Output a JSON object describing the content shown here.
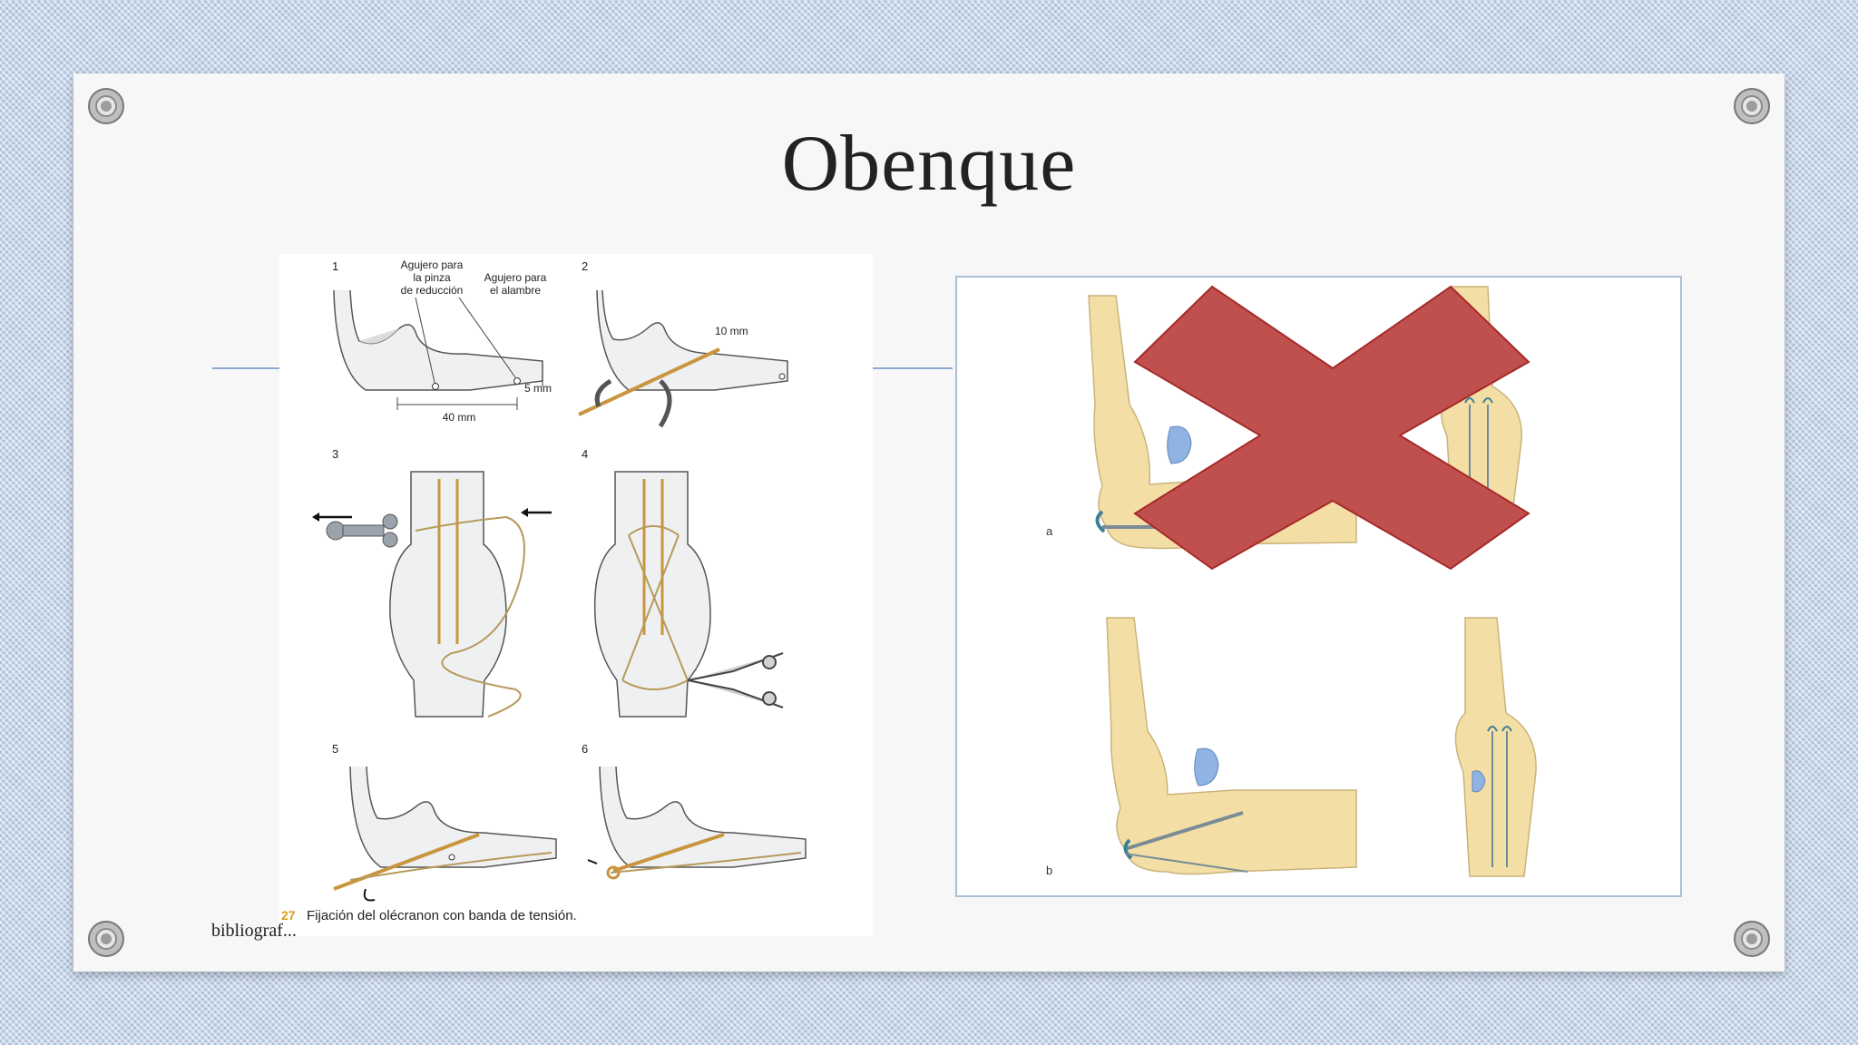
{
  "slide": {
    "title": "Obenque",
    "footnote": "bibliograf..."
  },
  "figure_left": {
    "step_numbers": [
      "1",
      "2",
      "3",
      "4",
      "5",
      "6"
    ],
    "label_hole_reduction": [
      "Agujero para",
      "la pinza",
      "de reducción"
    ],
    "label_hole_wire": [
      "Agujero para",
      "el alambre"
    ],
    "dim_40": "40 mm",
    "dim_5": "5 mm",
    "dim_10": "10 mm",
    "caption_number": "27",
    "caption_text": "Fijación del olécranon con banda de tensión."
  },
  "figure_right": {
    "label_a": "a",
    "label_b": "b"
  },
  "colors": {
    "cross": "#c0504d",
    "bone": "#f3dfa6",
    "cartilage": "#8fb4e3",
    "wire": "#c9963f",
    "accent_line": "#8eaad0"
  },
  "icons": [
    "pushpin-icon",
    "cross-mark-icon"
  ]
}
